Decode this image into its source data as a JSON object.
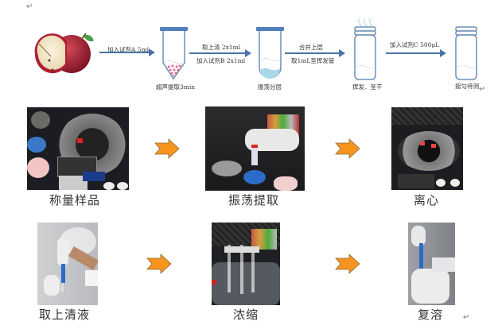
{
  "document": {
    "paragraph_mark": "↵"
  },
  "diagram": {
    "steps": [
      {
        "label": "加入试剂A 5ml"
      },
      {
        "label_top": "取上清 2x1ml",
        "label_bottom": "加入试剂B 2x1ml"
      },
      {
        "label_top": "合并上层",
        "label_bottom": "取1mL至挥发管"
      },
      {
        "label": "加入试剂C 500μL"
      }
    ],
    "vessel_labels": [
      "超声提取3min",
      "振荡分层",
      "挥发、至干",
      "摇匀待测"
    ]
  },
  "photos": {
    "captions": [
      "称量样品",
      "振荡提取",
      "离心",
      "取上清液",
      "浓缩",
      "复溶"
    ]
  },
  "colors": {
    "flow_blue": "#4a73a8",
    "tube_outline": "#6d8fb5",
    "cap_blue": "#4f7fbf",
    "liquid_blue": "#a8d8ea",
    "dots_pink": "#e6678a",
    "orange_arrow": "#f7941d"
  }
}
